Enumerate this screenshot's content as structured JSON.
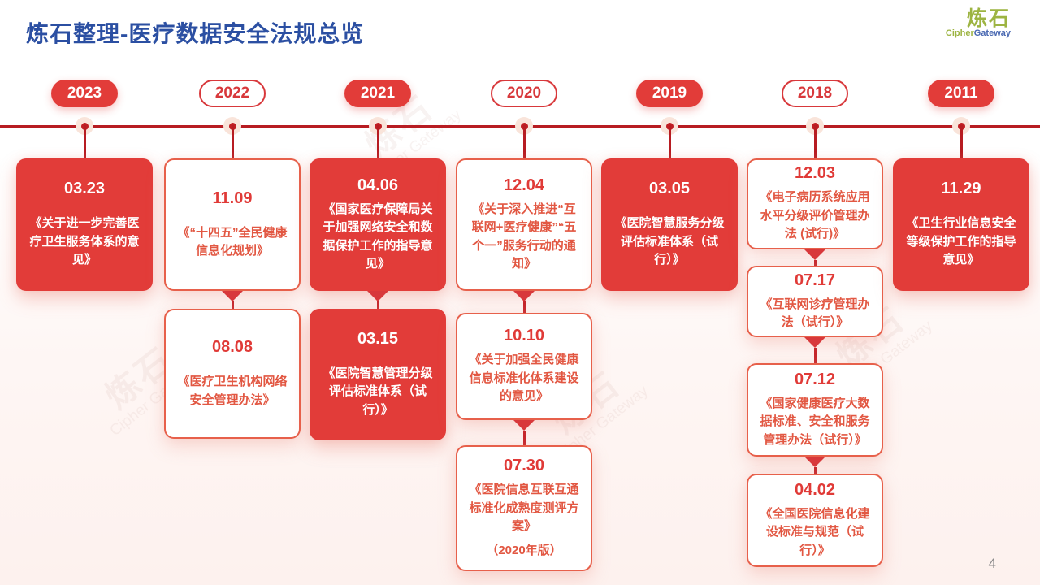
{
  "header": {
    "title": "炼石整理-医疗数据安全法规总览",
    "logo": {
      "cn": "炼石",
      "en_green": "Cipher",
      "en_blue": "Gateway"
    }
  },
  "page_number": "4",
  "watermark": {
    "line1": "炼石",
    "line2": "Cipher Gateway"
  },
  "colors": {
    "title_blue": "#2B4FA2",
    "filled_red": "#E23C39",
    "axis_red": "#B71C22",
    "outline_red": "#E7604B",
    "logo_green": "#9DB442",
    "logo_blue": "#4A69B2"
  },
  "timeline": {
    "columns": [
      {
        "year": "2023",
        "style": "filled",
        "cards": [
          {
            "date": "03.23",
            "title": "《关于进一步完善医疗卫生服务体系的意见》"
          }
        ]
      },
      {
        "year": "2022",
        "style": "outline",
        "cards": [
          {
            "date": "11.09",
            "title": "《“十四五”全民健康信息化规划》"
          },
          {
            "date": "08.08",
            "title": "《医疗卫生机构网络安全管理办法》"
          }
        ]
      },
      {
        "year": "2021",
        "style": "filled",
        "cards": [
          {
            "date": "04.06",
            "title": "《国家医疗保障局关于加强网络安全和数据保护工作的指导意见》"
          },
          {
            "date": "03.15",
            "title": "《医院智慧管理分级评估标准体系（试行）》"
          }
        ]
      },
      {
        "year": "2020",
        "style": "outline",
        "cards": [
          {
            "date": "12.04",
            "title": "《关于深入推进“互联网+医疗健康”“五个一”服务行动的通知》"
          },
          {
            "date": "10.10",
            "title": "《关于加强全民健康信息标准化体系建设的意见》"
          },
          {
            "date": "07.30",
            "title": "《医院信息互联互通标准化成熟度测评方案》",
            "title2": "（2020年版）"
          }
        ]
      },
      {
        "year": "2019",
        "style": "filled",
        "cards": [
          {
            "date": "03.05",
            "title": "《医院智慧服务分级评估标准体系（试行）》"
          }
        ]
      },
      {
        "year": "2018",
        "style": "outline",
        "cards": [
          {
            "date": "12.03",
            "title": "《电子病历系统应用水平分级评价管理办法 (试行)》"
          },
          {
            "date": "07.17",
            "title": "《互联网诊疗管理办法（试行）》"
          },
          {
            "date": "07.12",
            "title": "《国家健康医疗大数据标准、安全和服务管理办法（试行）》"
          },
          {
            "date": "04.02",
            "title": "《全国医院信息化建设标准与规范（试行）》"
          }
        ]
      },
      {
        "year": "2011",
        "style": "filled",
        "cards": [
          {
            "date": "11.29",
            "title": "《卫生行业信息安全等级保护工作的指导意见》"
          }
        ]
      }
    ]
  }
}
